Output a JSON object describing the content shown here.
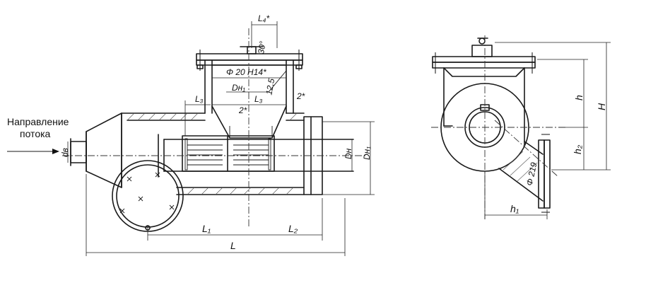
{
  "caption": {
    "line1": "Направление",
    "line2": "потока"
  },
  "front_view": {
    "labels": {
      "L4": "L₄*",
      "angle30": "30°",
      "phi20": "Φ 20 H14*",
      "Dn1_top": "Dн₁",
      "r25": "12,5",
      "star2_right": "2*",
      "L3_left": "L₃",
      "L3_mid": "L₃",
      "star2_mid": "2*",
      "db": "dв",
      "Dn": "Dн",
      "Dn1": "Dн₁",
      "L1": "L₁",
      "L2": "L₂",
      "L": "L"
    }
  },
  "side_view": {
    "labels": {
      "h": "h",
      "H": "H",
      "h2": "h₂",
      "phi219": "Φ 219",
      "h1": "h₁"
    }
  }
}
